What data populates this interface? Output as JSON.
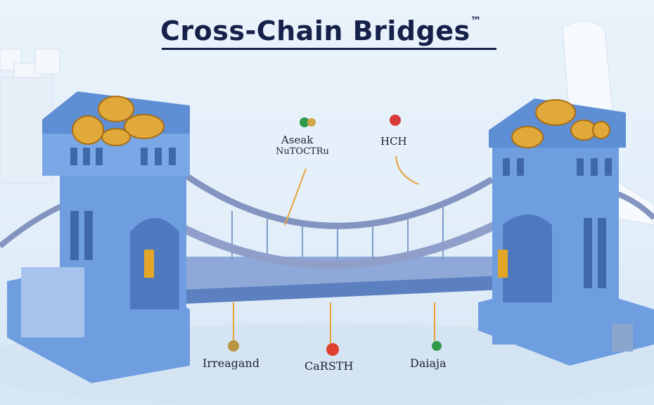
{
  "title": {
    "text": "Cross-Chain Bridges",
    "trademark": "™"
  },
  "labels": {
    "top_left_line1": "Aseak",
    "top_left_line2": "NuTOCTRu",
    "top_right": "HCH",
    "bottom_left": "Irreagand",
    "bottom_center": "CaRSTH",
    "bottom_right": "Daiaja"
  },
  "colors": {
    "tower": "#6f9ee0",
    "tower_dark": "#4f7fc8",
    "bridge": "#9fb3d6",
    "coins": "#e0a93a",
    "title": "#16214a"
  }
}
